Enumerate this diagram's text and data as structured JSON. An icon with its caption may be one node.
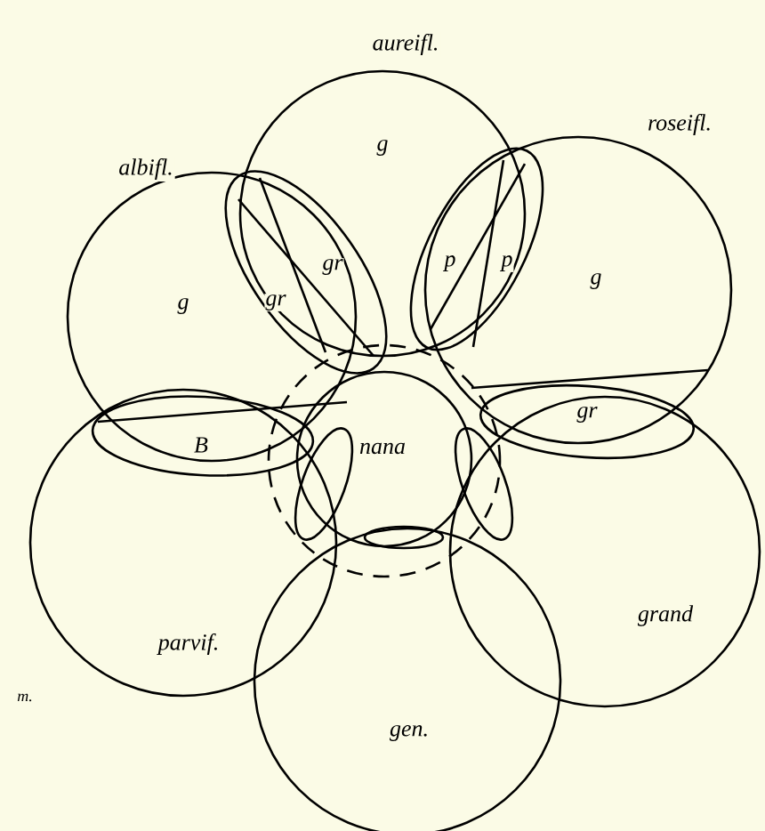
{
  "diagram": {
    "nodes": [
      {
        "text": [
          "aureifl.",
          "g"
        ]
      },
      {
        "text": [
          "albifl.",
          "g"
        ]
      },
      {
        "text": [
          "roseifl.",
          "g"
        ]
      },
      {
        "text": [],
        "shape": "circle"
      },
      {
        "text": [
          "nana"
        ],
        "in": 3
      },
      {
        "text": [
          "parvif."
        ]
      },
      {
        "text": [
          "grand"
        ]
      },
      {
        "text": [
          "gen."
        ]
      }
    ],
    "labels": [
      "gr",
      "p",
      "p",
      "gr",
      "gr",
      "B",
      "m."
    ]
  }
}
